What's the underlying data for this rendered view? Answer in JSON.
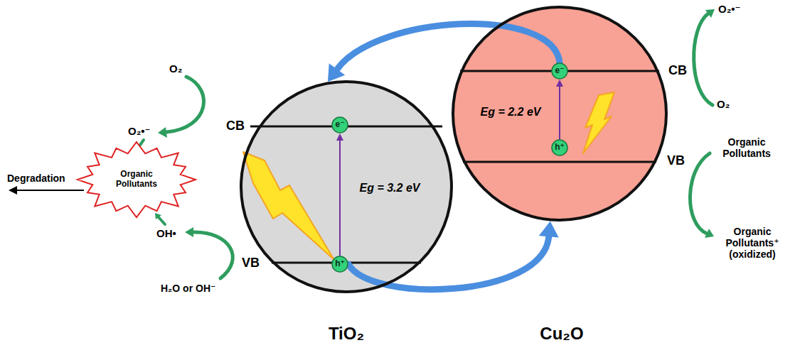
{
  "diagram": {
    "nodes": [
      {
        "text": [
          "Eg = 3.2 eV",
          "TiO₂"
        ]
      },
      {
        "text": [
          "e⁻"
        ],
        "in": 0
      },
      {
        "text": [
          "h⁺"
        ],
        "in": 0
      },
      {
        "text": [
          "Eg = 2.2 eV",
          "Cu₂O"
        ]
      },
      {
        "text": [
          "e⁻"
        ],
        "in": 3
      },
      {
        "text": [
          "h⁺"
        ],
        "in": 3
      },
      {
        "text": [
          "Organic Pollutants"
        ]
      }
    ],
    "edges": [
      {
        "from": 2,
        "to": 1,
        "arrow": "to"
      },
      {
        "from": 5,
        "to": 4,
        "arrow": "to"
      },
      {
        "from": 4,
        "to": 0,
        "arrow": "to"
      },
      {
        "from": 2,
        "to": 3,
        "arrow": "to"
      }
    ],
    "labels": [
      "O₂",
      "O₂•⁻",
      "Degradation",
      "OH•",
      "H₂O or OH⁻",
      "CB",
      "VB",
      "CB",
      "VB",
      "O₂•⁻",
      "O₂",
      "Organic Pollutants",
      "Organic Pollutants⁺ (oxidized)"
    ]
  }
}
